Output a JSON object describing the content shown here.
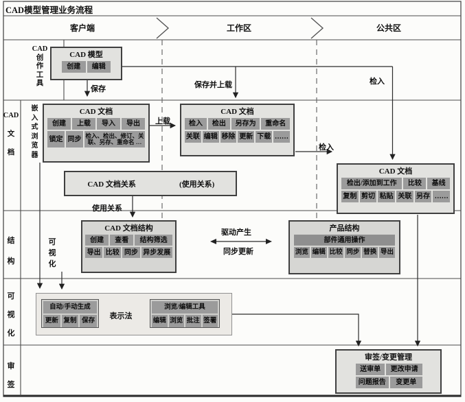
{
  "page_title": "CAD模型管理业务流程",
  "header": {
    "col1": "客户端",
    "col2": "工作区",
    "col3": "公共区"
  },
  "lanes": {
    "lane1": "CAD\n创\n作\n工\n具",
    "lane2": "CAD\n文\n档",
    "lane3": "结\n构",
    "lane4": "可\n视\n化",
    "lane5": "审\n签"
  },
  "side_labels": {
    "embedded_browser": "嵌\n入\n式\n浏\n览\n器",
    "representation": "表示法"
  },
  "boxes": {
    "cad_model": {
      "title": "CAD 模型",
      "row1": [
        "创建",
        "编辑"
      ]
    },
    "client_doc": {
      "title": "CAD 文档",
      "row1": [
        "创建",
        "上载",
        "导入",
        "导出"
      ],
      "row2": [
        "锁定",
        "同步",
        "检入、检出、修订、关联、另存、重命名 …"
      ]
    },
    "workspace_doc": {
      "title": "CAD 文档",
      "row1": [
        "检入",
        "检出",
        "另存为",
        "重命名"
      ],
      "row2": [
        "关联",
        "编辑",
        "移除",
        "更新",
        "下载",
        "……"
      ]
    },
    "public_doc": {
      "title": "CAD 文档",
      "row1": [
        "检出/添加到工作",
        "比较",
        "基线"
      ],
      "row2": [
        "复制",
        "剪切",
        "粘贴",
        "关联",
        "另存",
        "……"
      ]
    },
    "doc_relation": {
      "title": "CAD 文档关系",
      "note": "(使用关系)"
    },
    "doc_structure": {
      "title": "CAD 文档结构",
      "row1": [
        "创建",
        "查看",
        "结构筛选"
      ],
      "row2": [
        "导出",
        "比较",
        "同步",
        "异步发展"
      ]
    },
    "product_structure": {
      "title": "产品结构",
      "subtitle": "部件通用操作",
      "row1": [
        "浏览",
        "编辑",
        "比较",
        "同步",
        "替换",
        "导出"
      ]
    },
    "visual_gen": {
      "title": "自动/手动生成",
      "row1": [
        "更新",
        "复制",
        "保存"
      ]
    },
    "visual_tools": {
      "title": "浏览/编辑工具",
      "row1": [
        "编辑",
        "浏览",
        "批注",
        "签署"
      ]
    },
    "approval": {
      "title": "审签/变更管理",
      "row1": [
        "送审单",
        "更改申请"
      ],
      "row2": [
        "问题报告",
        "变更单"
      ]
    }
  },
  "edges": {
    "save": "保存",
    "save_and_upload": "保存并上载",
    "checkin_top": "检入",
    "upload": "上载",
    "checkin_mid": "检入",
    "use_relation": "使用关系",
    "visualize": "可\n视\n化",
    "drive_generate": "驱动产生",
    "sync_update": "同步更新"
  },
  "colors": {
    "line": "#3f3f3f",
    "box_fill": "#e2e2df",
    "chip_fill": "#9b9b9b",
    "panel_fill": "#d6d6d3",
    "background": "#fcfcfa"
  }
}
